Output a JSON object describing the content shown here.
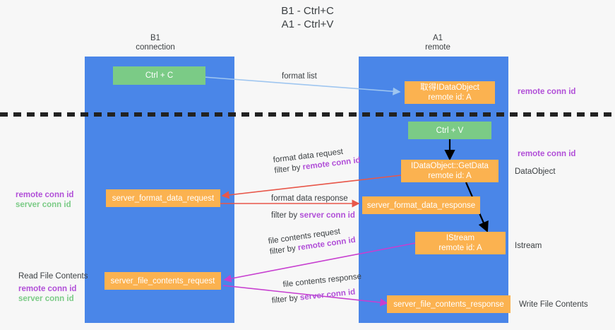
{
  "title": {
    "line1": "B1 - Ctrl+C",
    "line2": "A1 - Ctrl+V"
  },
  "columns": [
    {
      "name": "B1",
      "role": "connection"
    },
    {
      "name": "A1",
      "role": "remote"
    }
  ],
  "nodes": {
    "ctrl_c": {
      "line1": "Ctrl + C",
      "line2": ""
    },
    "idataobject": {
      "line1": "取得IDataObject",
      "line2": "remote id: A"
    },
    "ctrl_v": {
      "line1": "Ctrl + V",
      "line2": ""
    },
    "getdata": {
      "line1": "IDataObject::GetData",
      "line2": "remote id: A"
    },
    "fmt_req": {
      "line1": "server_format_data_request",
      "line2": ""
    },
    "fmt_resp": {
      "line1": "server_format_data_response",
      "line2": ""
    },
    "istream": {
      "line1": "IStream",
      "line2": "remote id: A"
    },
    "file_req": {
      "line1": "server_file_contents_request",
      "line2": ""
    },
    "file_resp": {
      "line1": "server_file_contents_response",
      "line2": ""
    }
  },
  "edge_labels": {
    "format_list": "format list",
    "fmt_req_l1": "format data request",
    "fmt_req_filter_pre": "filter by",
    "fmt_req_filter_key": "remote conn id",
    "fmt_resp_l1": "format data response",
    "fmt_resp_filter_pre": "filter by",
    "fmt_resp_filter_key": "server conn id",
    "file_req_l1": "file contents request",
    "file_req_filter_pre": "filter by",
    "file_req_filter_key": "remote conn id",
    "file_resp_l1": "file contents response",
    "file_resp_filter_pre": "filter by",
    "file_resp_filter_key": "server conn id"
  },
  "side_labels": {
    "right_remote_conn_top": "remote conn id",
    "right_remote_conn_mid": "remote conn id",
    "right_dataobject": "DataObject",
    "right_istream": "Istream",
    "right_write_file": "Write File Contents",
    "left_remote_conn": "remote conn id",
    "left_server_conn": "server conn id",
    "left_read_file": "Read File Contents",
    "left_remote_conn2": "remote conn id",
    "left_server_conn2": "server conn id"
  },
  "colors": {
    "lane": "#4a86e8",
    "green_node": "#7bcb86",
    "orange_node": "#fbb250",
    "purple_text": "#b14fd8",
    "green_text": "#7bcb86",
    "red_arrow": "#e8574a",
    "magenta_arrow": "#c73fd0",
    "blue_arrow": "#9fc6f0",
    "black_arrow": "#000000",
    "background": "#f7f7f7"
  }
}
